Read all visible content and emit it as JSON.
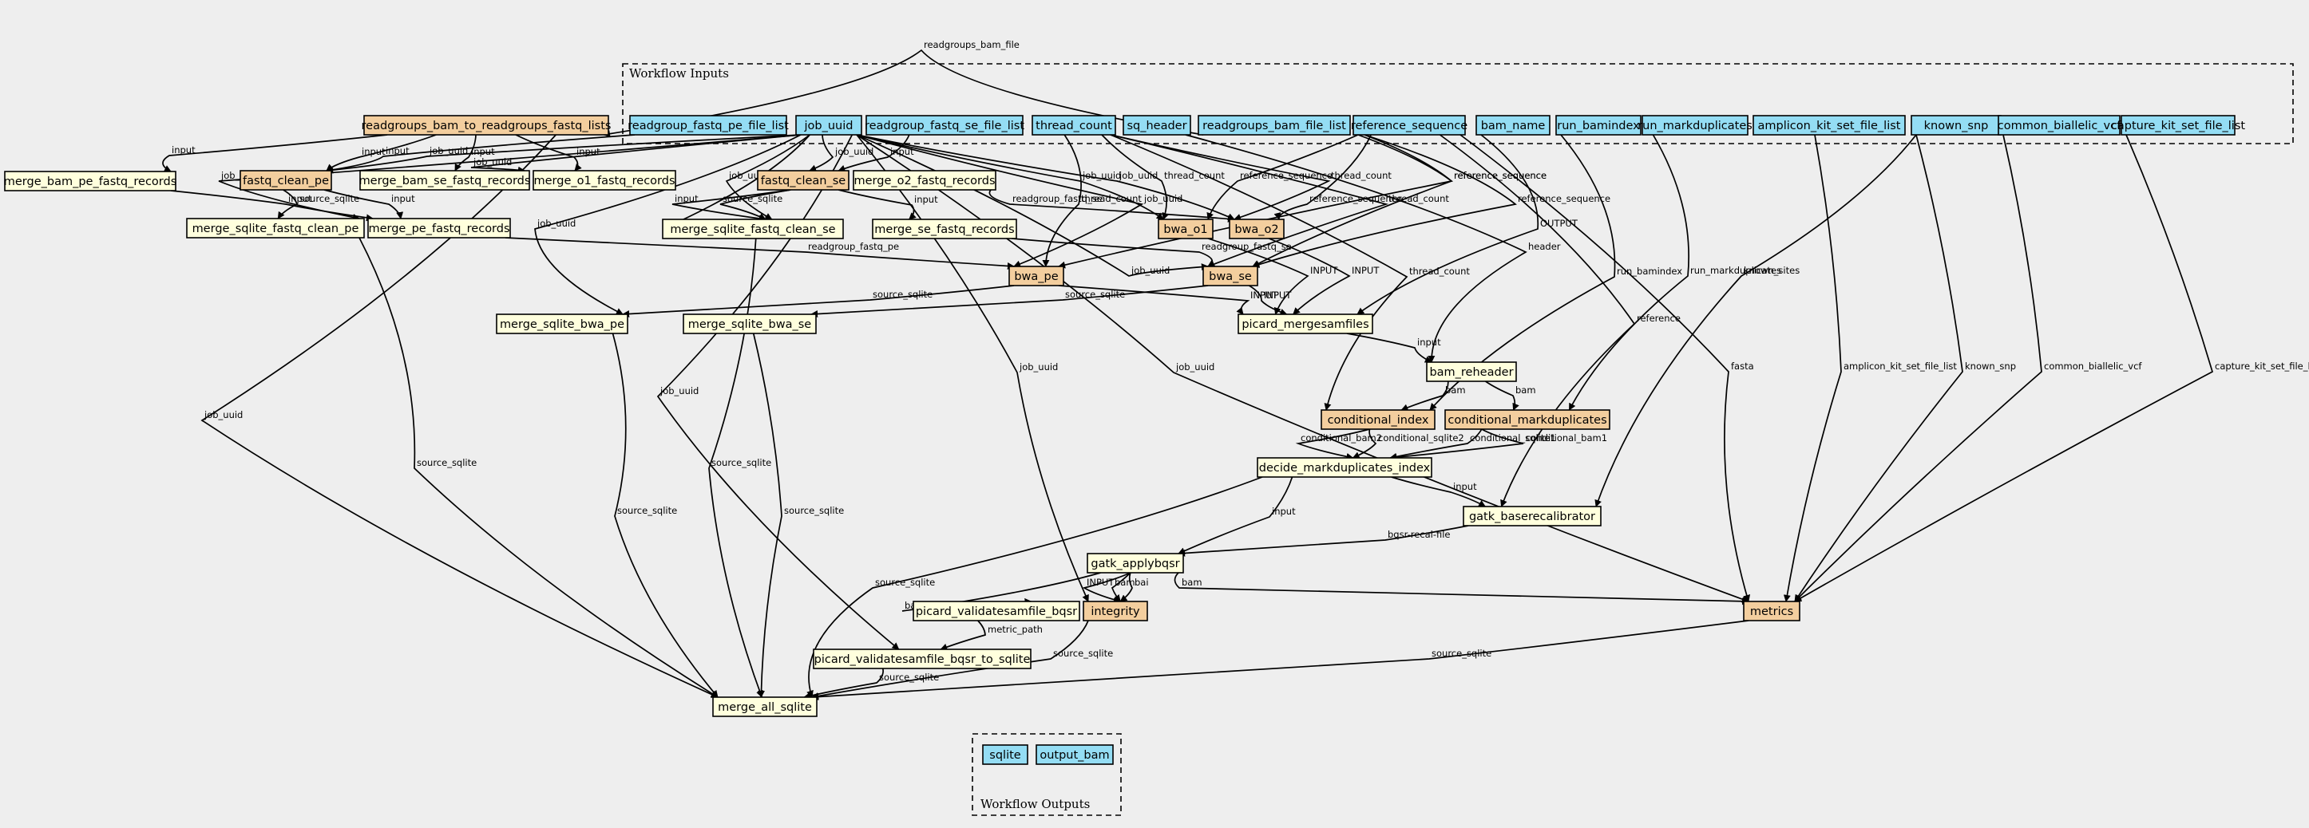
{
  "colors": {
    "background": "#eeeeee",
    "input_fill": "#94ddf4",
    "step_fill": "#ffffdd",
    "tool_fill": "#f3ce9e",
    "stroke": "#000000"
  },
  "clusters": {
    "inputs_title": "Workflow Inputs",
    "outputs_title": "Workflow Outputs"
  },
  "nodes": [
    {
      "id": "readgroup_fastq_pe_file_list",
      "label": "readgroup_fastq_pe_file_list",
      "kind": "input"
    },
    {
      "id": "job_uuid",
      "label": "job_uuid",
      "kind": "input"
    },
    {
      "id": "readgroup_fastq_se_file_list",
      "label": "readgroup_fastq_se_file_list",
      "kind": "input"
    },
    {
      "id": "thread_count",
      "label": "thread_count",
      "kind": "input"
    },
    {
      "id": "sq_header",
      "label": "sq_header",
      "kind": "input"
    },
    {
      "id": "readgroups_bam_file_list",
      "label": "readgroups_bam_file_list",
      "kind": "input"
    },
    {
      "id": "reference_sequence",
      "label": "reference_sequence",
      "kind": "input"
    },
    {
      "id": "bam_name",
      "label": "bam_name",
      "kind": "input"
    },
    {
      "id": "run_bamindex",
      "label": "run_bamindex",
      "kind": "input"
    },
    {
      "id": "run_markduplicates",
      "label": "run_markduplicates",
      "kind": "input"
    },
    {
      "id": "amplicon_kit_set_file_list",
      "label": "amplicon_kit_set_file_list",
      "kind": "input"
    },
    {
      "id": "known_snp",
      "label": "known_snp",
      "kind": "input"
    },
    {
      "id": "common_biallelic_vcf",
      "label": "common_biallelic_vcf",
      "kind": "input"
    },
    {
      "id": "capture_kit_set_file_list",
      "label": "capture_kit_set_file_list",
      "kind": "input"
    },
    {
      "id": "readgroups_bam_to_readgroups_fastq_lists",
      "label": "readgroups_bam_to_readgroups_fastq_lists",
      "kind": "tool"
    },
    {
      "id": "merge_bam_pe_fastq_records",
      "label": "merge_bam_pe_fastq_records",
      "kind": "step"
    },
    {
      "id": "fastq_clean_pe",
      "label": "fastq_clean_pe",
      "kind": "tool"
    },
    {
      "id": "merge_bam_se_fastq_records",
      "label": "merge_bam_se_fastq_records",
      "kind": "step"
    },
    {
      "id": "merge_o1_fastq_records",
      "label": "merge_o1_fastq_records",
      "kind": "step"
    },
    {
      "id": "fastq_clean_se",
      "label": "fastq_clean_se",
      "kind": "tool"
    },
    {
      "id": "merge_o2_fastq_records",
      "label": "merge_o2_fastq_records",
      "kind": "step"
    },
    {
      "id": "merge_sqlite_fastq_clean_pe",
      "label": "merge_sqlite_fastq_clean_pe",
      "kind": "step"
    },
    {
      "id": "merge_pe_fastq_records",
      "label": "merge_pe_fastq_records",
      "kind": "step"
    },
    {
      "id": "merge_sqlite_fastq_clean_se",
      "label": "merge_sqlite_fastq_clean_se",
      "kind": "step"
    },
    {
      "id": "merge_se_fastq_records",
      "label": "merge_se_fastq_records",
      "kind": "step"
    },
    {
      "id": "bwa_o1",
      "label": "bwa_o1",
      "kind": "tool"
    },
    {
      "id": "bwa_o2",
      "label": "bwa_o2",
      "kind": "tool"
    },
    {
      "id": "bwa_pe",
      "label": "bwa_pe",
      "kind": "tool"
    },
    {
      "id": "bwa_se",
      "label": "bwa_se",
      "kind": "tool"
    },
    {
      "id": "merge_sqlite_bwa_pe",
      "label": "merge_sqlite_bwa_pe",
      "kind": "step"
    },
    {
      "id": "merge_sqlite_bwa_se",
      "label": "merge_sqlite_bwa_se",
      "kind": "step"
    },
    {
      "id": "picard_mergesamfiles",
      "label": "picard_mergesamfiles",
      "kind": "step"
    },
    {
      "id": "bam_reheader",
      "label": "bam_reheader",
      "kind": "step"
    },
    {
      "id": "conditional_index",
      "label": "conditional_index",
      "kind": "tool"
    },
    {
      "id": "conditional_markduplicates",
      "label": "conditional_markduplicates",
      "kind": "tool"
    },
    {
      "id": "decide_markduplicates_index",
      "label": "decide_markduplicates_index",
      "kind": "step"
    },
    {
      "id": "gatk_baserecalibrator",
      "label": "gatk_baserecalibrator",
      "kind": "step"
    },
    {
      "id": "gatk_applybqsr",
      "label": "gatk_applybqsr",
      "kind": "step"
    },
    {
      "id": "picard_validatesamfile_bqsr",
      "label": "picard_validatesamfile_bqsr",
      "kind": "step"
    },
    {
      "id": "integrity",
      "label": "integrity",
      "kind": "tool"
    },
    {
      "id": "metrics",
      "label": "metrics",
      "kind": "tool"
    },
    {
      "id": "picard_validatesamfile_bqsr_to_sqlite",
      "label": "picard_validatesamfile_bqsr_to_sqlite",
      "kind": "step"
    },
    {
      "id": "merge_all_sqlite",
      "label": "merge_all_sqlite",
      "kind": "step"
    },
    {
      "id": "sqlite",
      "label": "sqlite",
      "kind": "input"
    },
    {
      "id": "output_bam",
      "label": "output_bam",
      "kind": "input"
    }
  ],
  "edges": [
    {
      "label": "readgroups_bam_file"
    },
    {
      "label": "input"
    },
    {
      "label": "input"
    },
    {
      "label": "job_uuid"
    },
    {
      "label": "input"
    },
    {
      "label": "input"
    },
    {
      "label": "input"
    },
    {
      "label": "job_uuid"
    },
    {
      "label": "input"
    },
    {
      "label": "job_uuid"
    },
    {
      "label": "job_uuid"
    },
    {
      "label": "job_uuid"
    },
    {
      "label": "input"
    },
    {
      "label": "source_sqlite"
    },
    {
      "label": "input"
    },
    {
      "label": "input"
    },
    {
      "label": "source_sqlite"
    },
    {
      "label": "job_uuid"
    },
    {
      "label": "job_uuid"
    },
    {
      "label": "readgroup_fastq_se"
    },
    {
      "label": "input"
    },
    {
      "label": "readgroup_fastq_se"
    },
    {
      "label": "job_uuid"
    },
    {
      "label": "job_uuid"
    },
    {
      "label": "job_uuid"
    },
    {
      "label": "thread_count"
    },
    {
      "label": "thread_count"
    },
    {
      "label": "reference_sequence"
    },
    {
      "label": "reference_sequence"
    },
    {
      "label": "thread_count"
    },
    {
      "label": "reference_sequence"
    },
    {
      "label": "reference_sequence"
    },
    {
      "label": "thread_count"
    },
    {
      "label": "reference_sequence"
    },
    {
      "label": "OUTPUT"
    },
    {
      "label": "header"
    },
    {
      "label": "run_bamindex"
    },
    {
      "label": "run_markduplicates"
    },
    {
      "label": "thread_count"
    },
    {
      "label": "reference"
    },
    {
      "label": "known_sites"
    },
    {
      "label": "fasta"
    },
    {
      "label": "amplicon_kit_set_file_list"
    },
    {
      "label": "known_snp"
    },
    {
      "label": "common_biallelic_vcf"
    },
    {
      "label": "capture_kit_set_file_list"
    },
    {
      "label": "readgroup_fastq_pe"
    },
    {
      "label": "job_uuid"
    },
    {
      "label": "source_sqlite"
    },
    {
      "label": "source_sqlite"
    },
    {
      "label": "INPUT"
    },
    {
      "label": "INPUT"
    },
    {
      "label": "INPUT"
    },
    {
      "label": "INPUT"
    },
    {
      "label": "input"
    },
    {
      "label": "bam"
    },
    {
      "label": "bam"
    },
    {
      "label": "conditional_bam2"
    },
    {
      "label": "conditional_sqlite2"
    },
    {
      "label": "conditional_sqlite1"
    },
    {
      "label": "conditional_bam1"
    },
    {
      "label": "input"
    },
    {
      "label": "input"
    },
    {
      "label": "bqsr-recal-file"
    },
    {
      "label": "INPUT"
    },
    {
      "label": "bam"
    },
    {
      "label": "bai"
    },
    {
      "label": "bam"
    },
    {
      "label": "bam"
    },
    {
      "label": "metric_path"
    },
    {
      "label": "source_sqlite"
    },
    {
      "label": "source_sqlite"
    },
    {
      "label": "source_sqlite"
    },
    {
      "label": "source_sqlite"
    },
    {
      "label": "source_sqlite"
    },
    {
      "label": "source_sqlite"
    },
    {
      "label": "source_sqlite"
    },
    {
      "label": "source_sqlite"
    },
    {
      "label": "job_uuid"
    },
    {
      "label": "job_uuid"
    },
    {
      "label": "job_uuid"
    },
    {
      "label": "job_uuid"
    }
  ]
}
